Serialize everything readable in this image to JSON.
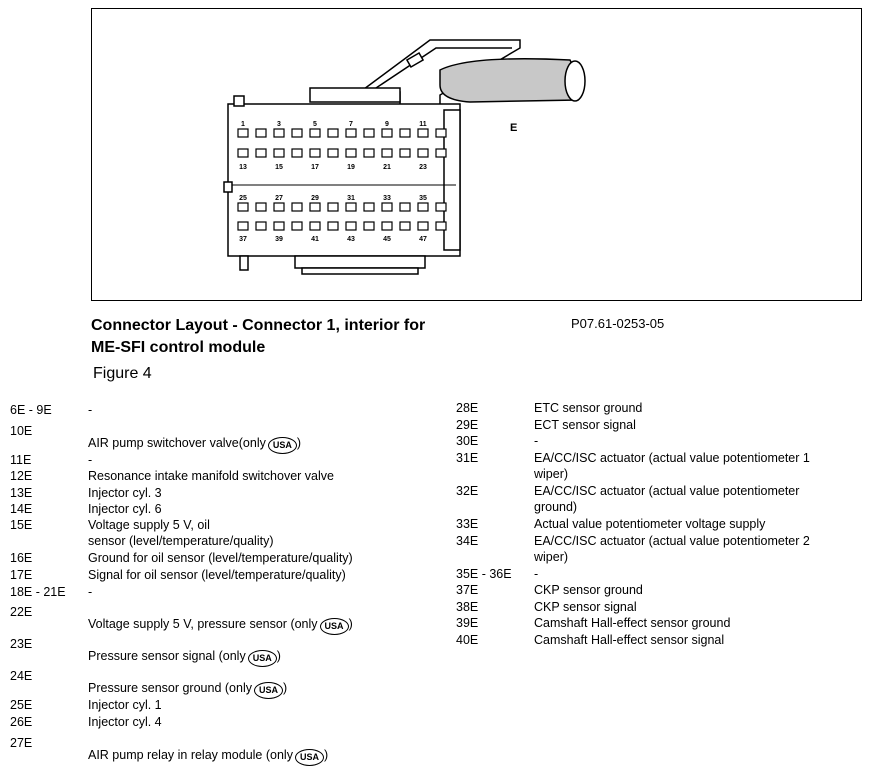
{
  "figure": {
    "caption_line1": "Connector Layout - Connector 1, interior for",
    "caption_line2": "ME-SFI control module",
    "figure_label": "Figure 4",
    "ref_code": "P07.61-0253-05",
    "connector_label": "E",
    "top_row_numbers": [
      "1",
      "3",
      "5",
      "7",
      "9",
      "11"
    ],
    "row2_numbers": [
      "13",
      "15",
      "17",
      "19",
      "21",
      "23"
    ],
    "row3_numbers": [
      "25",
      "27",
      "29",
      "31",
      "33",
      "35"
    ],
    "bottom_row_numbers": [
      "37",
      "39",
      "41",
      "43",
      "45",
      "47"
    ]
  },
  "badge": "USA",
  "left_pins": [
    {
      "pin": "6E - 9E",
      "desc": "-"
    },
    {
      "pin": "10E",
      "desc": "AIR pump switchover valve(only",
      "usa": true,
      "suffix": ")"
    },
    {
      "pin": "11E",
      "desc": "-"
    },
    {
      "pin": "12E",
      "desc": "Resonance intake manifold switchover valve"
    },
    {
      "pin": "13E",
      "desc": "Injector cyl. 3"
    },
    {
      "pin": "14E",
      "desc": "Injector cyl. 6"
    },
    {
      "pin": "15E",
      "desc": "Voltage supply 5 V, oil",
      "desc2": "sensor (level/temperature/quality)"
    },
    {
      "pin": "16E",
      "desc": "Ground for oil sensor (level/temperature/quality)"
    },
    {
      "pin": "17E",
      "desc": "Signal for oil sensor (level/temperature/quality)"
    },
    {
      "pin": "18E - 21E",
      "desc": "-"
    },
    {
      "pin": "22E",
      "desc": "Voltage supply 5 V, pressure sensor (only",
      "usa": true,
      "suffix": ")"
    },
    {
      "pin": "23E",
      "desc": "Pressure sensor signal (only",
      "usa": true,
      "suffix": ")"
    },
    {
      "pin": "24E",
      "desc": "Pressure sensor ground (only",
      "usa": true,
      "suffix": ")"
    },
    {
      "pin": "25E",
      "desc": "Injector cyl. 1"
    },
    {
      "pin": "26E",
      "desc": "Injector cyl. 4"
    },
    {
      "pin": "27E",
      "desc": "AIR pump relay in relay module (only",
      "usa": true,
      "suffix": ")"
    }
  ],
  "right_pins": [
    {
      "pin": "28E",
      "desc": "ETC sensor ground"
    },
    {
      "pin": "29E",
      "desc": "ECT sensor signal"
    },
    {
      "pin": "30E",
      "desc": "-"
    },
    {
      "pin": "31E",
      "desc": "EA/CC/ISC actuator (actual value potentiometer 1",
      "desc2": "wiper)"
    },
    {
      "pin": "32E",
      "desc": "EA/CC/ISC actuator (actual value potentiometer",
      "desc2": "ground)"
    },
    {
      "pin": "33E",
      "desc": "Actual value potentiometer voltage supply"
    },
    {
      "pin": "34E",
      "desc": "EA/CC/ISC actuator (actual value potentiometer 2",
      "desc2": "wiper)"
    },
    {
      "pin": "35E - 36E",
      "desc": "-"
    },
    {
      "pin": "37E",
      "desc": "CKP sensor ground"
    },
    {
      "pin": "38E",
      "desc": "CKP sensor signal"
    },
    {
      "pin": "39E",
      "desc": "Camshaft Hall-effect sensor ground"
    },
    {
      "pin": "40E",
      "desc": "Camshaft Hall-effect sensor signal"
    }
  ]
}
